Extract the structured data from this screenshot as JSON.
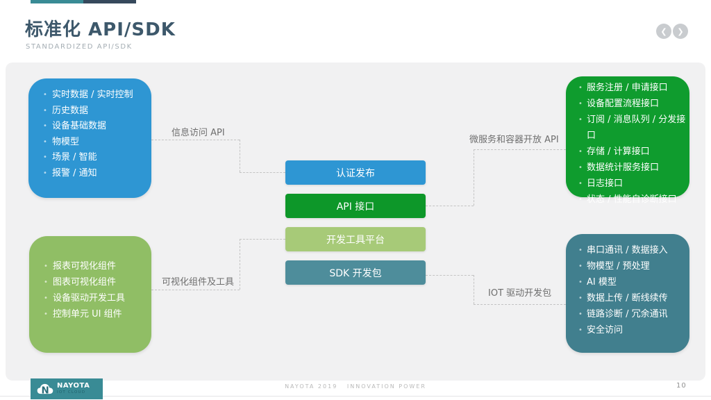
{
  "slide": {
    "title": "标准化 API/SDK",
    "subtitle": "STANDARDIZED API/SDK",
    "page_number": "10"
  },
  "diagram": {
    "left_top_box": {
      "items": [
        "实时数据 / 实时控制",
        "历史数据",
        "设备基础数据",
        "物模型",
        "场景 / 智能",
        "报警 / 通知"
      ]
    },
    "left_bottom_box": {
      "items": [
        "报表可视化组件",
        "图表可视化组件",
        "设备驱动开发工具",
        "控制单元 UI 组件"
      ]
    },
    "right_top_box": {
      "items": [
        "服务注册 / 申请接口",
        "设备配置流程接口",
        "订阅 / 消息队列 / 分发接口",
        "存储 / 计算接口",
        "数据统计服务接口",
        "日志接口",
        "状态 / 性能自诊断接口"
      ]
    },
    "right_bottom_box": {
      "items": [
        "串口通讯 / 数据接入",
        "物模型 / 预处理",
        "AI 模型",
        "数据上传 / 断线续传",
        "链路诊断 / 冗余通讯",
        "安全访问"
      ]
    },
    "center_buttons": {
      "auth": "认证发布",
      "api": "API 接口",
      "dev_tools": "开发工具平台",
      "sdk": "SDK 开发包"
    },
    "connector_labels": {
      "left_top": "信息访问 API",
      "left_bottom": "可视化组件及工具",
      "right_top": "微服务和容器开放 API",
      "right_bottom": "IOT 驱动开发包"
    }
  },
  "footer": {
    "logo_name": "NAYOTA",
    "logo_subtitle": "IOT CLOUD",
    "credit": "NAYOTA 2019   INNOVATION POWER"
  },
  "colors": {
    "accent_blue": "#2e96d3",
    "accent_green": "#0f9c2e",
    "accent_light_green": "#90be65",
    "accent_teal": "#417f8e",
    "topbar_teal": "#398b95",
    "topbar_navy": "#36495c",
    "slide_body_gray": "#f1f1f2",
    "title_color": "#3d586b"
  }
}
